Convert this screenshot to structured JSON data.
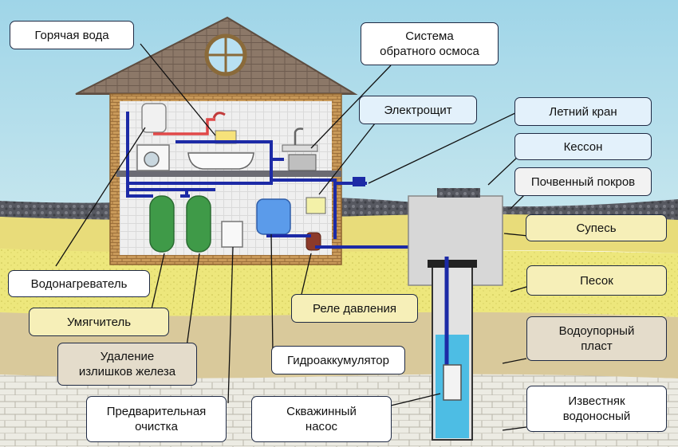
{
  "labels": {
    "hot_water": "Горячая вода",
    "reverse_osmosis": "Система\nобратного осмоса",
    "electrical_panel": "Электрощит",
    "summer_tap": "Летний кран",
    "caisson": "Кессон",
    "topsoil": "Почвенный покров",
    "sandy_loam": "Супесь",
    "sand": "Песок",
    "water_heater": "Водонагреватель",
    "softener": "Умягчитель",
    "pressure_relay": "Реле давления",
    "waterproof_layer": "Водоупорный\nпласт",
    "iron_removal": "Удаление\nизлишков железа",
    "hydro_accumulator": "Гидроаккумулятор",
    "pre_filter": "Предварительная\nочистка",
    "borehole_pump": "Скважинный\nнасос",
    "limestone_aquifer": "Известняк\nводоносный"
  },
  "colors": {
    "sky": "#a9dbe9",
    "roof": "#8a7566",
    "wall": "#c79554",
    "interior": "#eeeeee",
    "cold_pipe": "#1c2aa6",
    "hot_pipe": "#e04848",
    "sand_layer": "#ece67a",
    "clay_layer": "#d8c59a",
    "limestone": "#ebe8de",
    "topsoil": "#4f5055",
    "filter_green": "#3f9a48",
    "water": "#4dbde4"
  }
}
